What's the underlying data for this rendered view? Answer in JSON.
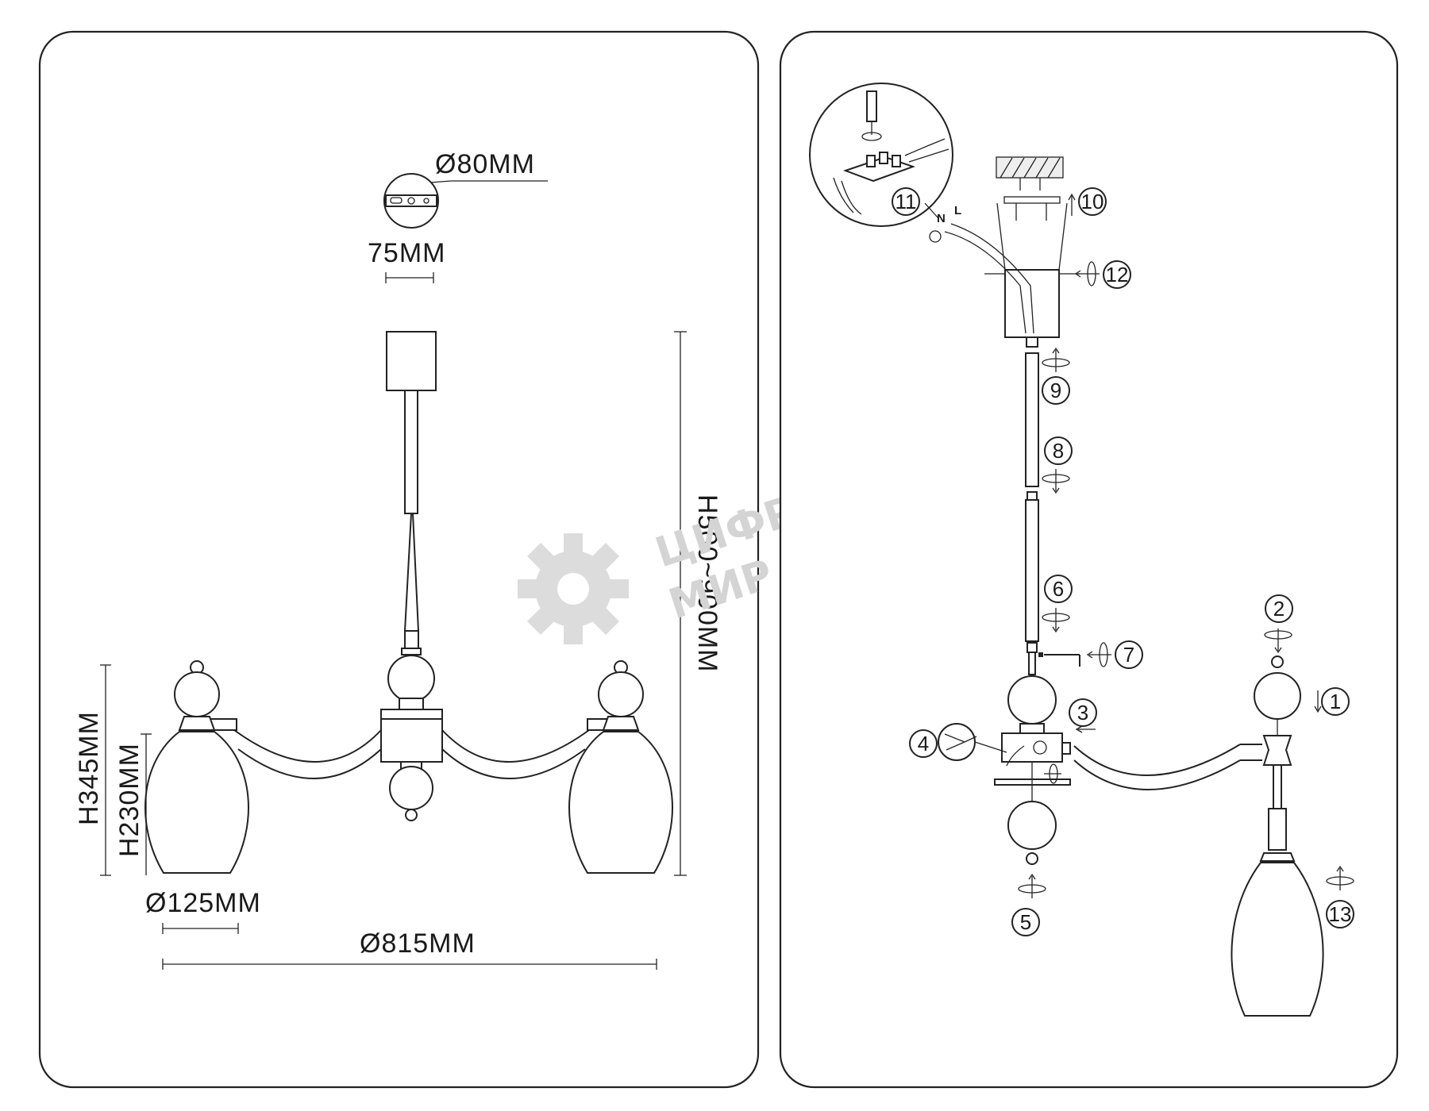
{
  "left_panel": {
    "dimensions": {
      "canopy_diameter": "Ø80MM",
      "mounting_spacing": "75MM",
      "height_range": "H500~900MM",
      "total_height": "H345MM",
      "shade_height": "H230MM",
      "shade_diameter": "Ø125MM",
      "overall_diameter": "Ø815MM"
    }
  },
  "right_panel": {
    "steps": [
      "1",
      "2",
      "3",
      "4",
      "5",
      "6",
      "7",
      "8",
      "9",
      "10",
      "11",
      "12",
      "13"
    ],
    "wire_labels": {
      "neutral": "N",
      "live": "L"
    }
  },
  "watermark": {
    "line1": "ЦИФРОВОЙ",
    "line2": "МИР"
  },
  "colors": {
    "stroke": "#222222",
    "watermark": "#d4d4d4",
    "background": "#ffffff"
  }
}
